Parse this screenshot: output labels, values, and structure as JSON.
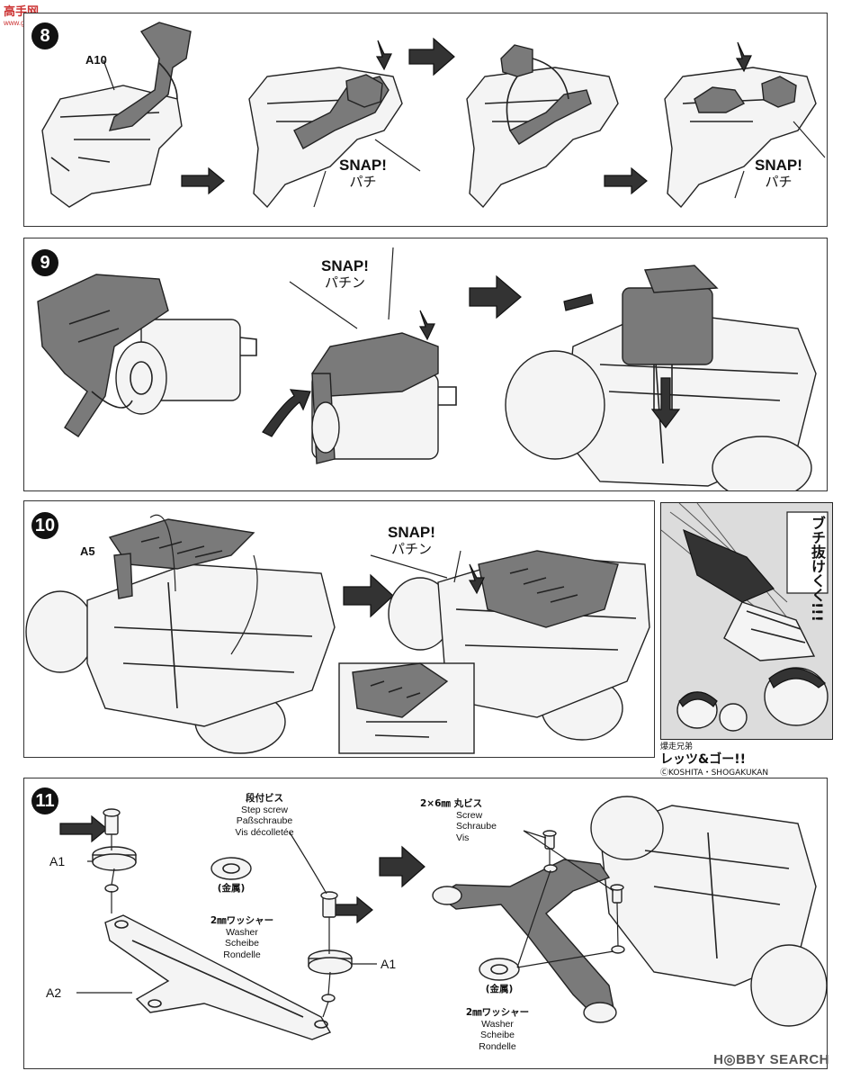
{
  "watermark": {
    "site_cn": "高手网",
    "site_url": "www.gaoshou.net",
    "bottom": "H◎BBY SEARCH"
  },
  "step8": {
    "number": "8",
    "part_label": "A10",
    "snap_en_1": "SNAP!",
    "snap_jp_1": "パチ",
    "snap_en_2": "SNAP!",
    "snap_jp_2": "パチ"
  },
  "step9": {
    "number": "9",
    "snap_en": "SNAP!",
    "snap_jp": "パチン"
  },
  "step10": {
    "number": "10",
    "part_label": "A5",
    "snap_en": "SNAP!",
    "snap_jp": "パチン"
  },
  "manga": {
    "bubble": "ブチ抜けくく!!!",
    "series_jp_small": "爆走兄弟",
    "series_jp": "レッツ&ゴー!!",
    "copyright": "ⒸKOSHITA・SHOGAKUKAN"
  },
  "step11": {
    "number": "11",
    "step_screw": {
      "jp": "段付ビス",
      "en": "Step screw",
      "de": "Paßschraube",
      "fr": "Vis décolletée"
    },
    "washer_left": {
      "jp": "2㎜ワッシャー",
      "en": "Washer",
      "de": "Scheibe",
      "fr": "Rondelle"
    },
    "metal_left": "(金属)",
    "label_a1_left": "A1",
    "label_a1_right": "A1",
    "label_a2": "A2",
    "screw_2x6": {
      "jp": "2×6㎜ 丸ビス",
      "en": "Screw",
      "de": "Schraube",
      "fr": "Vis"
    },
    "metal_right": "(金属)",
    "washer_right": {
      "jp": "2㎜ワッシャー",
      "en": "Washer",
      "de": "Scheibe",
      "fr": "Rondelle"
    }
  }
}
